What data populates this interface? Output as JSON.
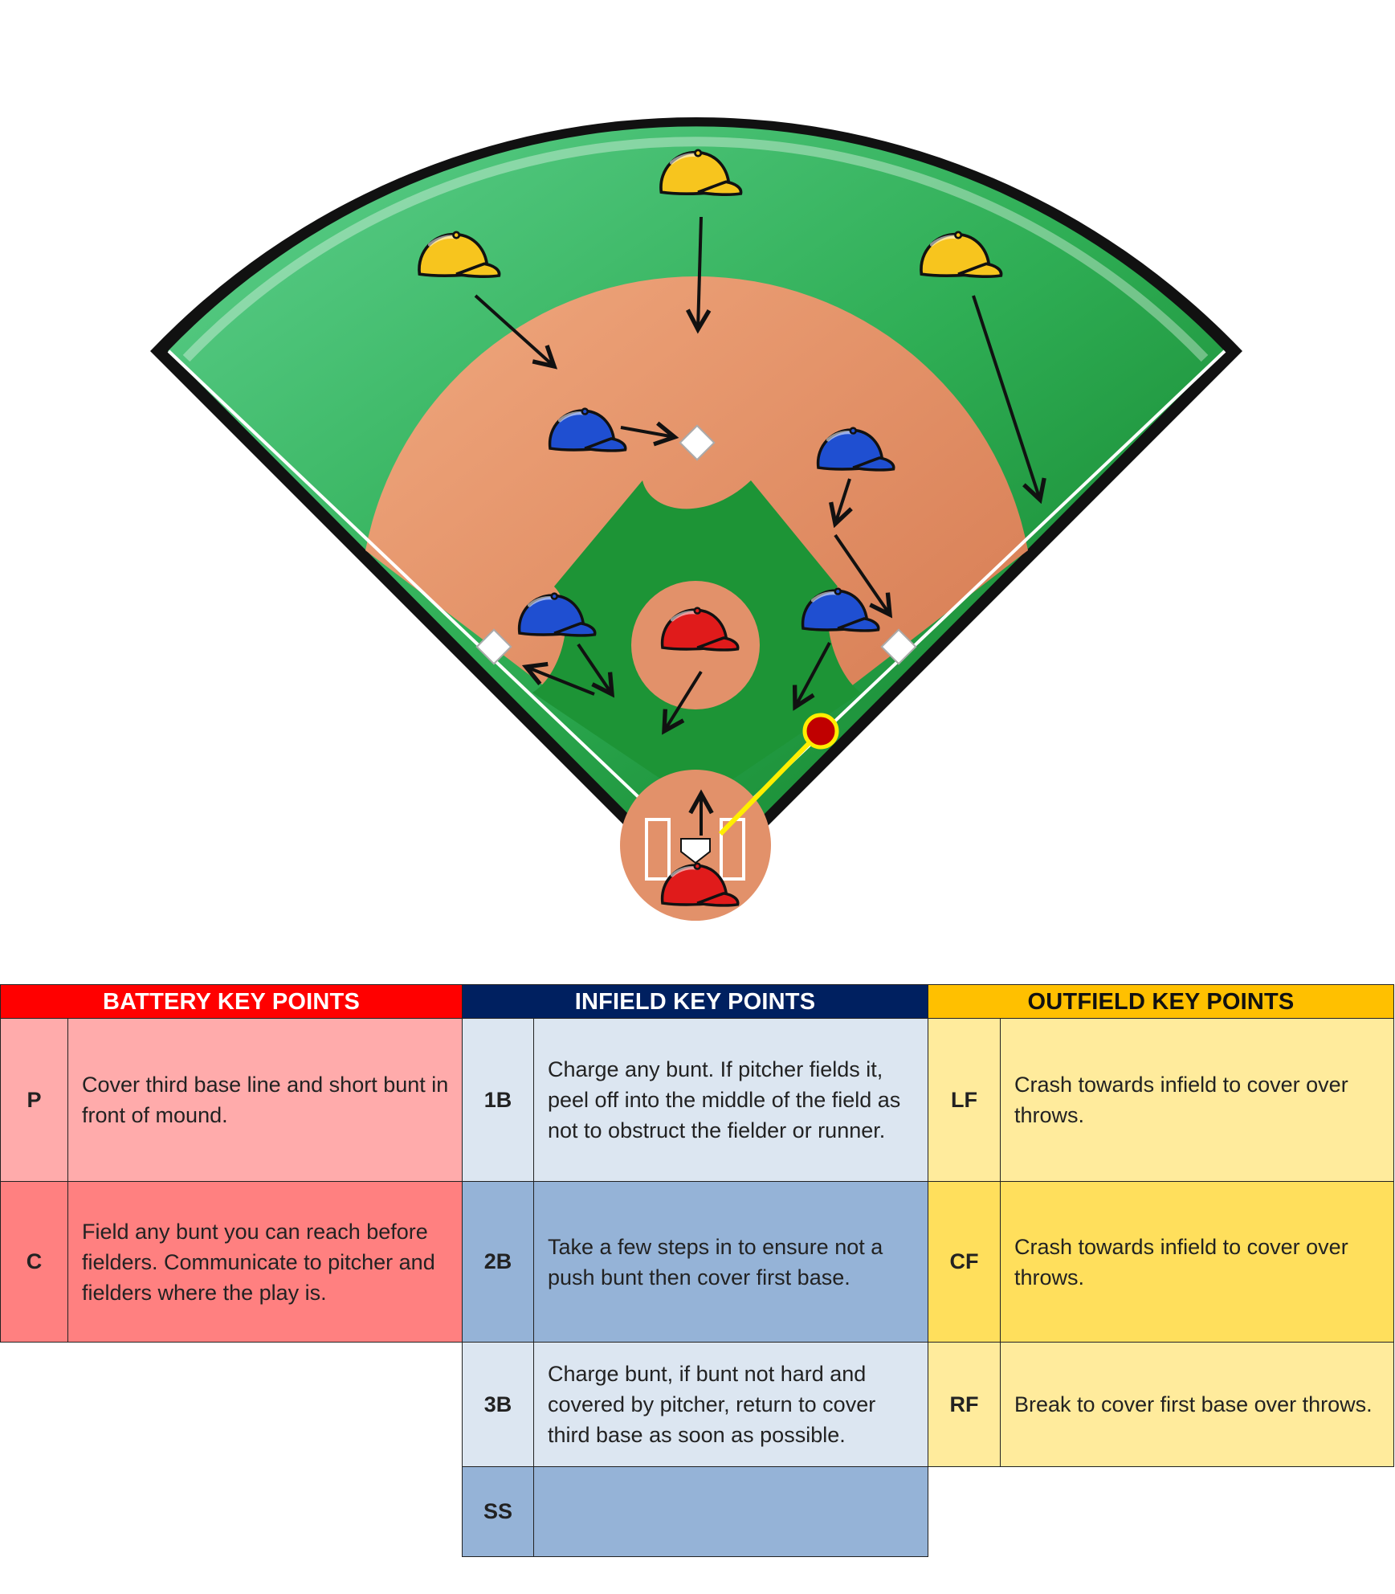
{
  "colors": {
    "battery_header": "#ff0000",
    "infield_header": "#002060",
    "outfield_header": "#ffc000",
    "battery_row_light": "#ffabab",
    "battery_row_dark": "#ff8080",
    "infield_row_light": "#dce6f1",
    "infield_row_dark": "#95b3d7",
    "outfield_row_light": "#ffeb9c",
    "outfield_row_dark": "#ffdf5c",
    "grass": "#1f9a3c",
    "dirt": "#e2916a",
    "fielder_cap_outfield": "#f7c51e",
    "fielder_cap_infield": "#1f4fd1",
    "fielder_cap_battery": "#e01b1b"
  },
  "icons": [
    "baseball-cap-icon",
    "base-icon",
    "home-plate-icon",
    "baseball-icon",
    "arrow-icon"
  ],
  "battery": {
    "header": "BATTERY KEY POINTS",
    "rows": [
      {
        "pos": "P",
        "text": "Cover third base line and short bunt in front of mound."
      },
      {
        "pos": "C",
        "text": "Field any bunt you can reach before fielders. Communicate to pitcher and fielders where the play is."
      }
    ]
  },
  "infield": {
    "header": "INFIELD KEY POINTS",
    "rows": [
      {
        "pos": "1B",
        "text": "Charge any bunt. If pitcher fields it, peel off into the middle of the field as not to obstruct the fielder or runner."
      },
      {
        "pos": "2B",
        "text": "Take a few steps in to ensure not a push bunt then cover first base."
      },
      {
        "pos": "3B",
        "text": "Charge bunt, if bunt not hard and covered by pitcher, return to cover third base as soon as possible."
      },
      {
        "pos": "SS",
        "text": ""
      }
    ]
  },
  "outfield": {
    "header": "OUTFIELD KEY POINTS",
    "rows": [
      {
        "pos": "LF",
        "text": "Crash towards infield to cover over throws."
      },
      {
        "pos": "CF",
        "text": "Crash towards infield to cover over throws."
      },
      {
        "pos": "RF",
        "text": "Break to cover first base over throws."
      }
    ]
  }
}
